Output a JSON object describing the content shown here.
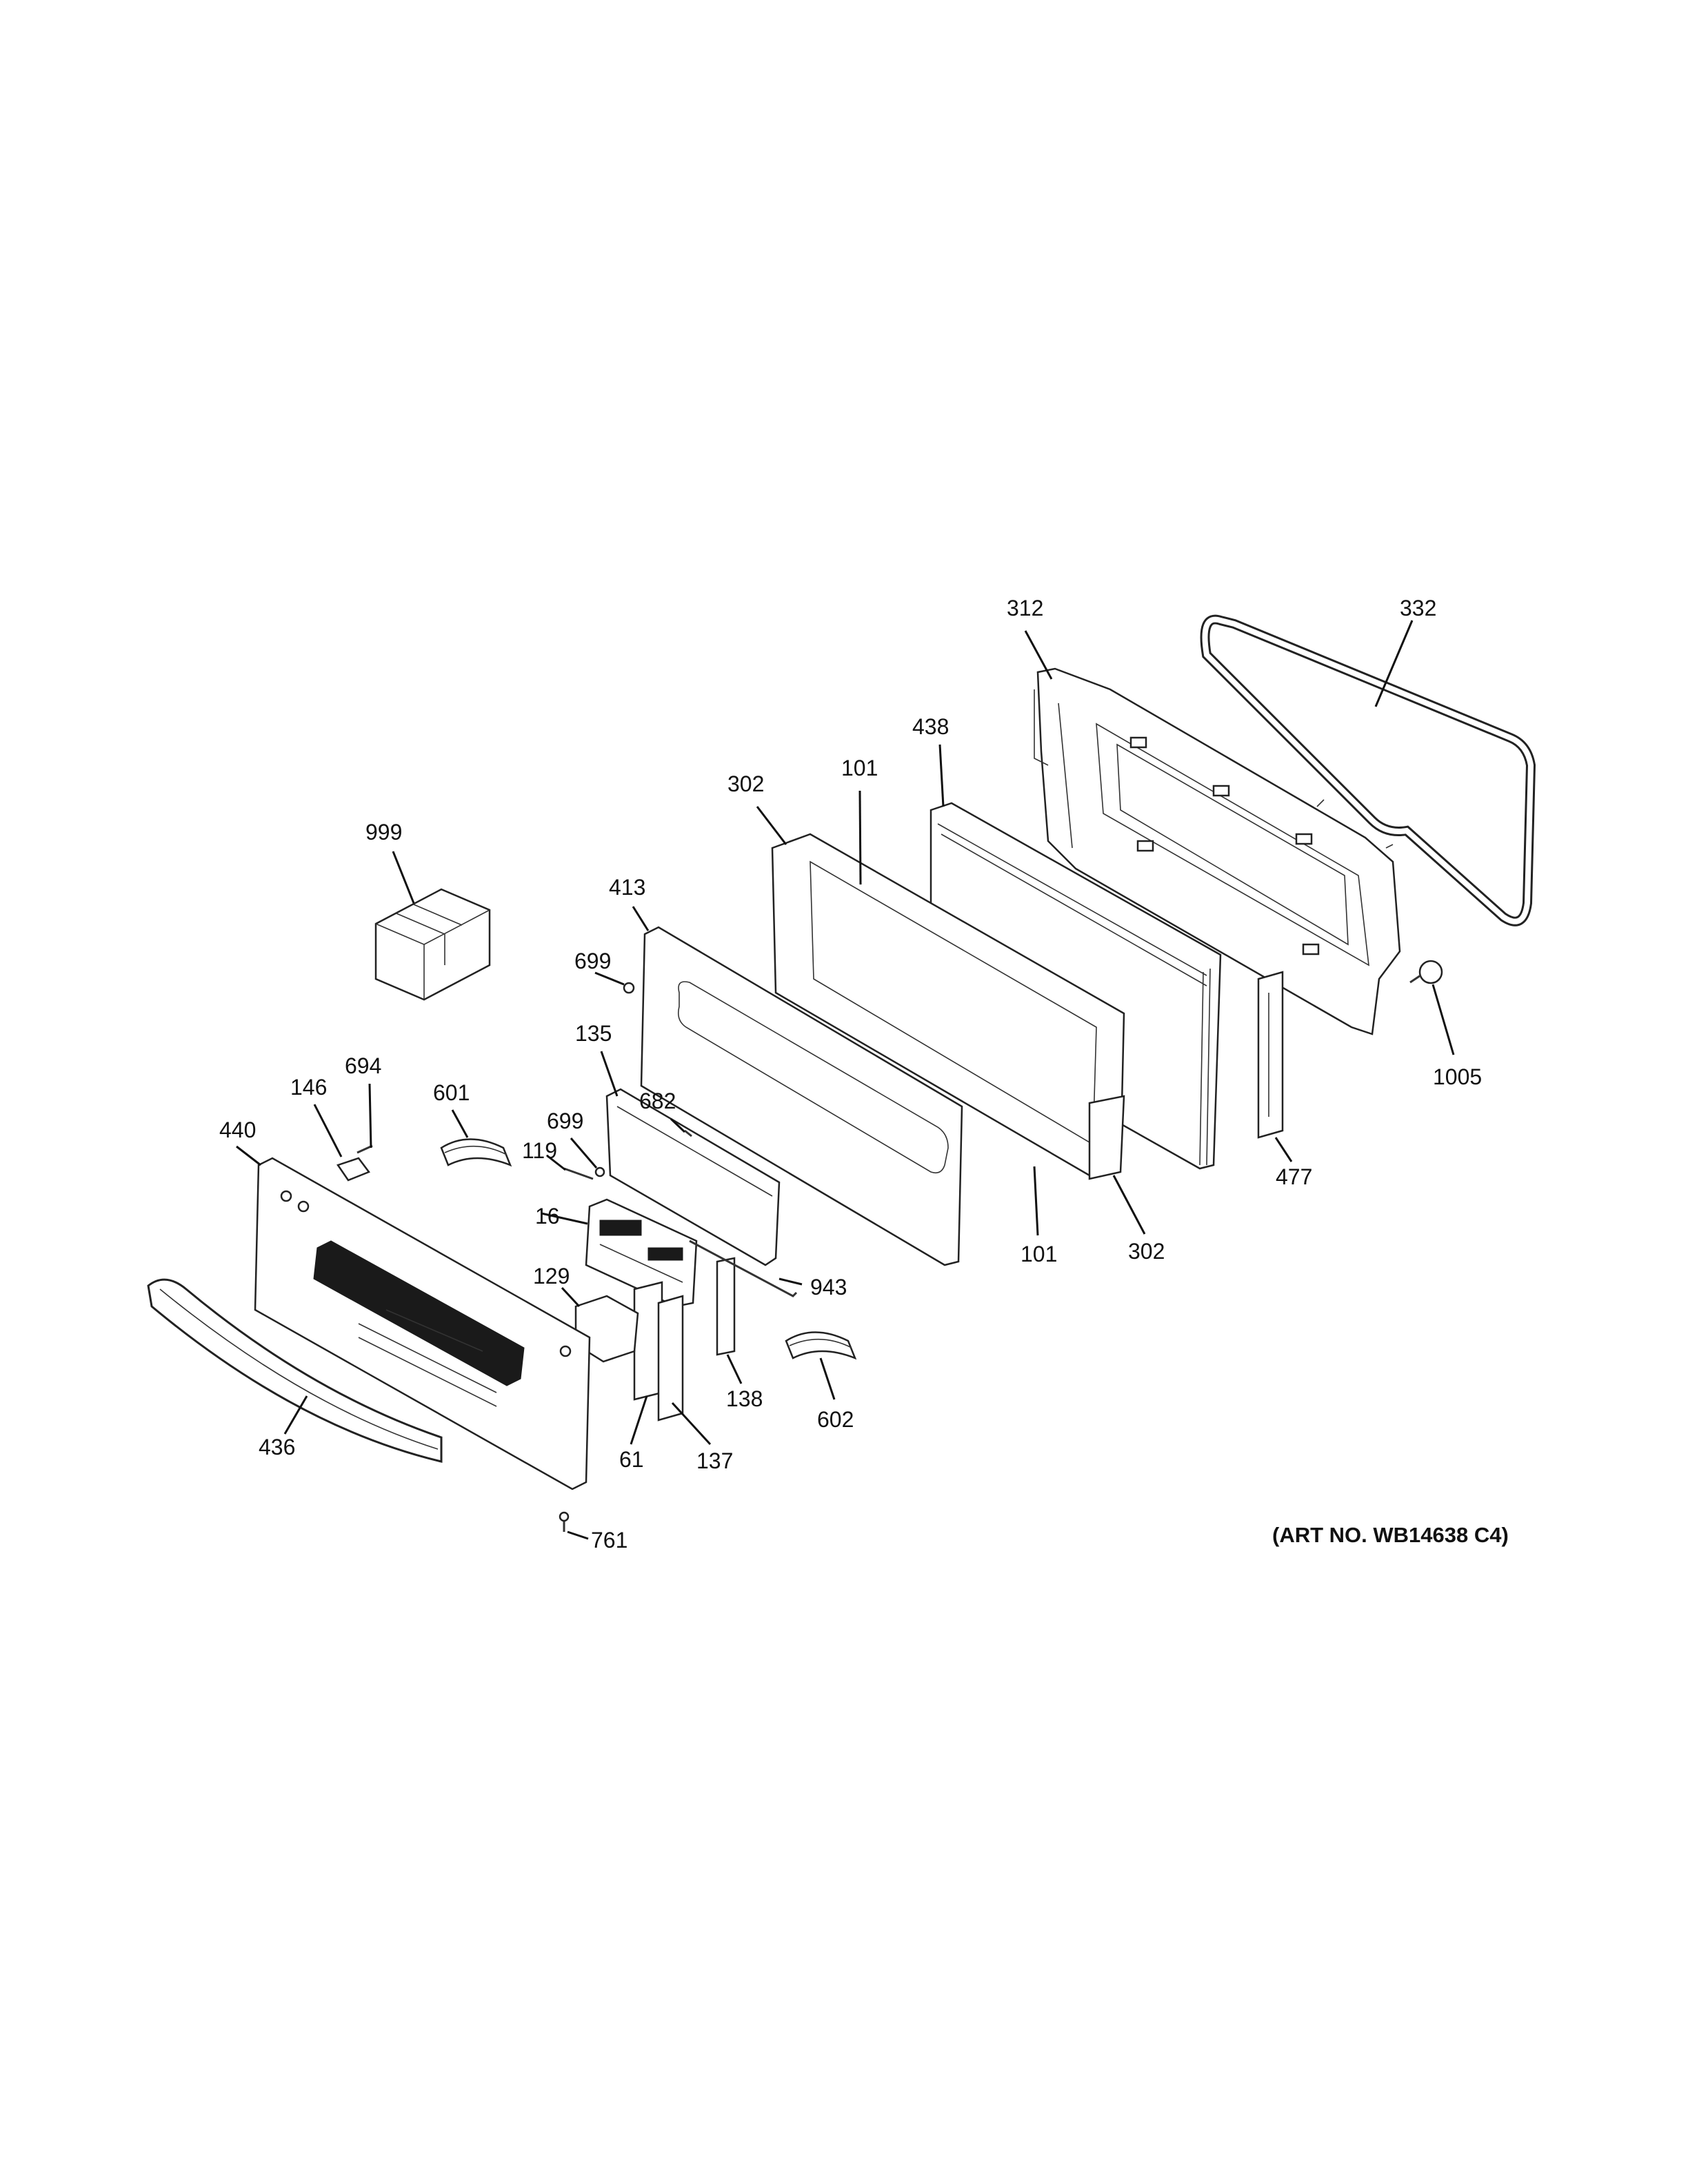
{
  "diagram": {
    "art_number": "(ART NO. WB14638 C4)",
    "callouts": [
      {
        "id": "c312",
        "text": "312"
      },
      {
        "id": "c332",
        "text": "332"
      },
      {
        "id": "c438",
        "text": "438"
      },
      {
        "id": "c302a",
        "text": "302"
      },
      {
        "id": "c101a",
        "text": "101"
      },
      {
        "id": "c999",
        "text": "999"
      },
      {
        "id": "c413",
        "text": "413"
      },
      {
        "id": "c699a",
        "text": "699"
      },
      {
        "id": "c135",
        "text": "135"
      },
      {
        "id": "c694",
        "text": "694"
      },
      {
        "id": "c146",
        "text": "146"
      },
      {
        "id": "c601",
        "text": "601"
      },
      {
        "id": "c699b",
        "text": "699"
      },
      {
        "id": "c682",
        "text": "682"
      },
      {
        "id": "c440",
        "text": "440"
      },
      {
        "id": "c119",
        "text": "119"
      },
      {
        "id": "c16",
        "text": "16"
      },
      {
        "id": "c1005",
        "text": "1005"
      },
      {
        "id": "c477",
        "text": "477"
      },
      {
        "id": "c101b",
        "text": "101"
      },
      {
        "id": "c302b",
        "text": "302"
      },
      {
        "id": "c943",
        "text": "943"
      },
      {
        "id": "c129",
        "text": "129"
      },
      {
        "id": "c138",
        "text": "138"
      },
      {
        "id": "c602",
        "text": "602"
      },
      {
        "id": "c436",
        "text": "436"
      },
      {
        "id": "c61",
        "text": "61"
      },
      {
        "id": "c137",
        "text": "137"
      },
      {
        "id": "c761",
        "text": "761"
      }
    ]
  }
}
